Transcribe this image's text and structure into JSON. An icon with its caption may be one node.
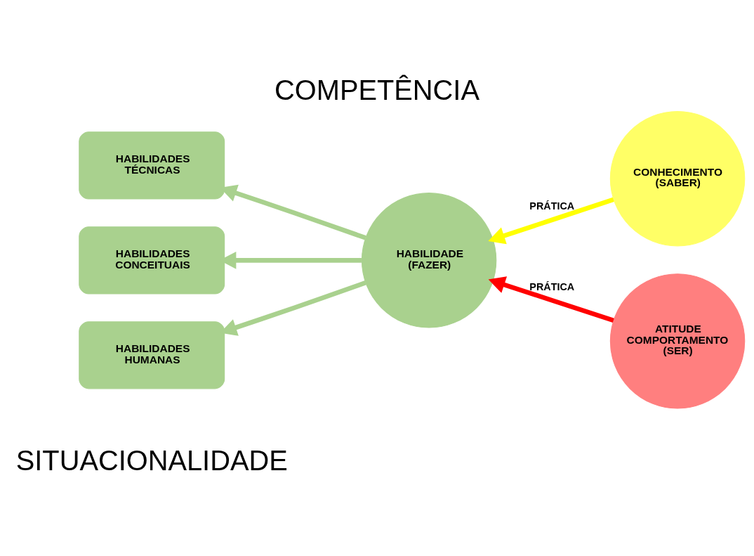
{
  "diagram": {
    "title": "COMPETÊNCIA",
    "caption": "SITUACIONALIDADE",
    "nodes": [
      {
        "text": [
          "HABILIDADES TÉCNICAS"
        ]
      },
      {
        "text": [
          "HABILIDADES CONCEITUAIS"
        ]
      },
      {
        "text": [
          "HABILIDADES HUMANAS"
        ]
      },
      {
        "text": [
          "CONHECIMENTO (SABER)"
        ]
      },
      {
        "text": [
          "HABILIDADE (FAZER)"
        ]
      },
      {
        "text": [
          "ATITUDE COMPORTAMENTO (SER)"
        ]
      }
    ],
    "edges": [
      {
        "from": 4,
        "to": 0,
        "arrow": "to"
      },
      {
        "from": 4,
        "to": 1,
        "arrow": "to"
      },
      {
        "from": 4,
        "to": 2,
        "arrow": "to"
      },
      {
        "from": 3,
        "to": 4,
        "arrow": "to",
        "label": "PRÁTICA",
        "color": "#ffff00"
      },
      {
        "from": 5,
        "to": 4,
        "arrow": "to",
        "label": "PRÁTICA",
        "color": "#ff0000"
      }
    ]
  }
}
